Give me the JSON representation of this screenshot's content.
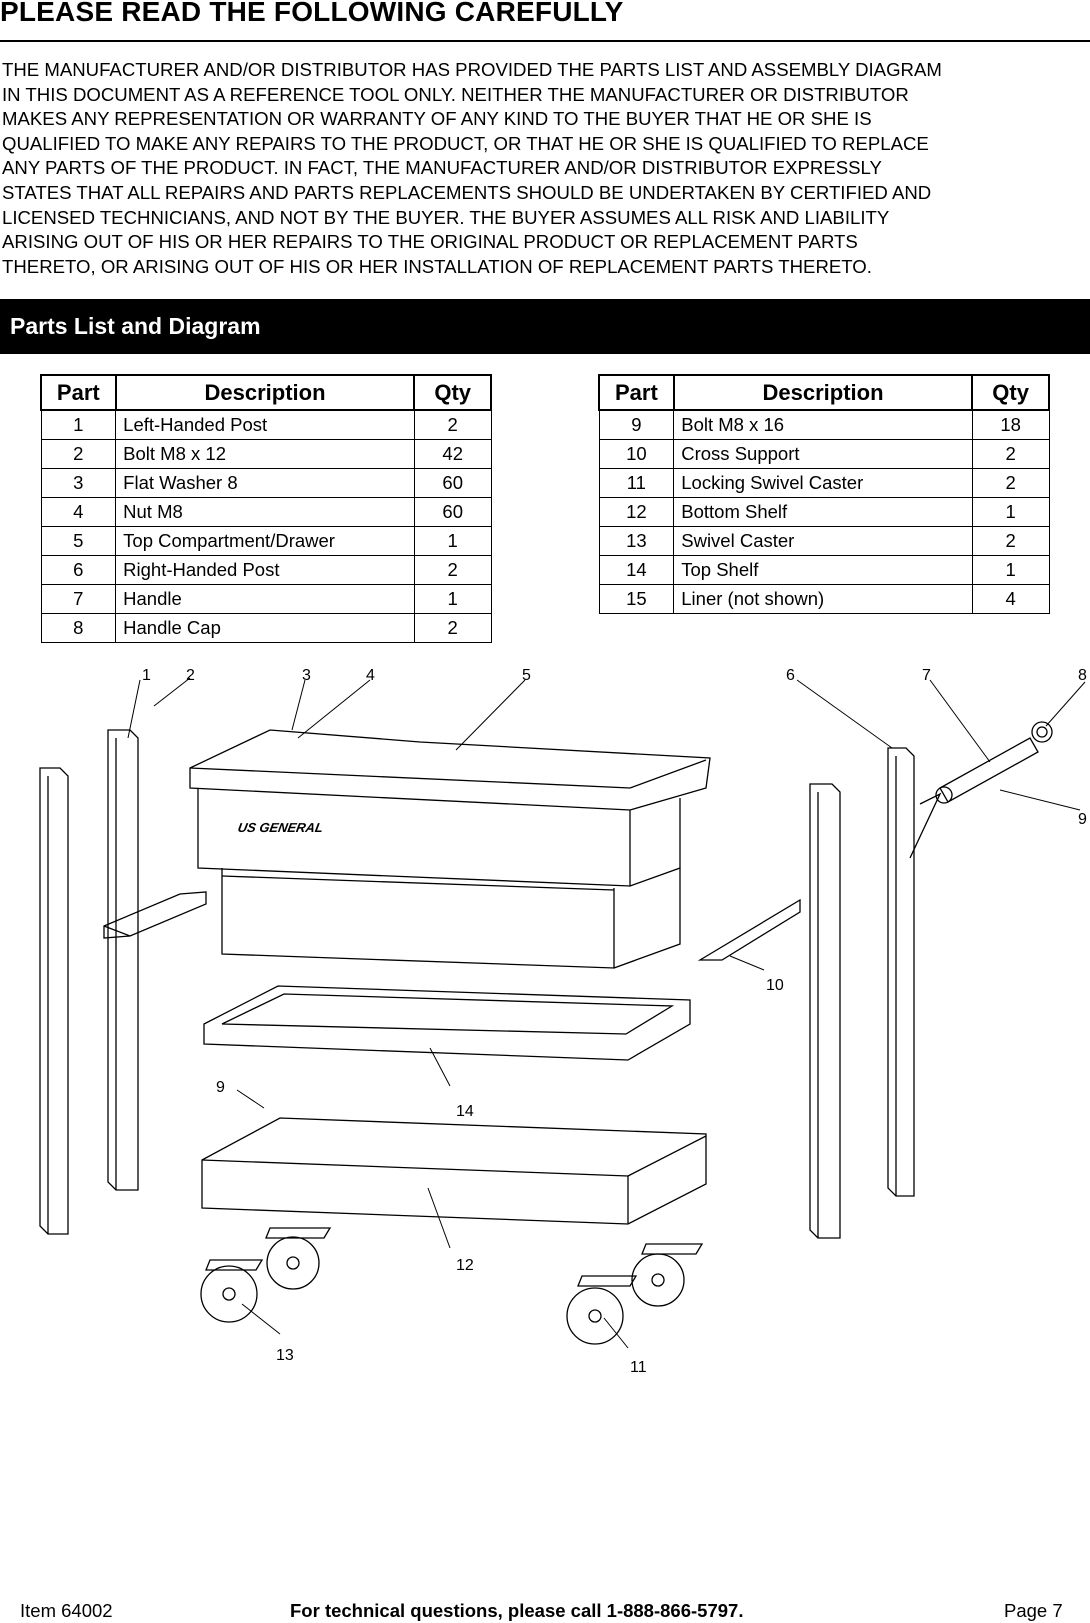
{
  "heading": "PLEASE READ THE FOLLOWING CAREFULLY",
  "notice_lines": [
    "THE MANUFACTURER AND/OR DISTRIBUTOR HAS PROVIDED THE PARTS LIST AND ASSEMBLY DIAGRAM",
    "IN THIS DOCUMENT AS A REFERENCE TOOL ONLY.  NEITHER THE MANUFACTURER OR DISTRIBUTOR",
    "MAKES ANY REPRESENTATION OR WARRANTY OF ANY KIND TO THE BUYER THAT HE OR SHE IS",
    "QUALIFIED TO MAKE ANY REPAIRS TO THE PRODUCT, OR THAT HE OR SHE IS QUALIFIED TO REPLACE",
    "ANY PARTS OF THE PRODUCT.  IN FACT, THE MANUFACTURER AND/OR DISTRIBUTOR EXPRESSLY",
    "STATES THAT ALL REPAIRS AND PARTS REPLACEMENTS SHOULD BE UNDERTAKEN BY CERTIFIED AND",
    "LICENSED TECHNICIANS, AND NOT BY THE BUYER.  THE BUYER ASSUMES ALL RISK AND LIABILITY",
    "ARISING OUT OF HIS OR HER REPAIRS TO THE ORIGINAL PRODUCT OR REPLACEMENT PARTS",
    "THERETO, OR ARISING OUT OF HIS OR HER INSTALLATION OF REPLACEMENT PARTS THERETO."
  ],
  "section_title": "Parts List and Diagram",
  "table": {
    "headers": [
      "Part",
      "Description",
      "Qty"
    ],
    "left_rows": [
      [
        "1",
        "Left-Handed Post",
        "2"
      ],
      [
        "2",
        "Bolt M8 x 12",
        "42"
      ],
      [
        "3",
        "Flat Washer 8",
        "60"
      ],
      [
        "4",
        "Nut M8",
        "60"
      ],
      [
        "5",
        "Top Compartment/Drawer",
        "1"
      ],
      [
        "6",
        "Right-Handed Post",
        "2"
      ],
      [
        "7",
        "Handle",
        "1"
      ],
      [
        "8",
        "Handle Cap",
        "2"
      ]
    ],
    "right_rows": [
      [
        "9",
        "Bolt M8 x 16",
        "18"
      ],
      [
        "10",
        "Cross Support",
        "2"
      ],
      [
        "11",
        "Locking Swivel Caster",
        "2"
      ],
      [
        "12",
        "Bottom Shelf",
        "1"
      ],
      [
        "13",
        "Swivel Caster",
        "2"
      ],
      [
        "14",
        "Top Shelf",
        "1"
      ],
      [
        "15",
        "Liner (not shown)",
        "4"
      ]
    ]
  },
  "diagram": {
    "brand_label": "US GENERAL",
    "callouts": [
      "1",
      "2",
      "3",
      "4",
      "5",
      "6",
      "7",
      "8",
      "9",
      "10",
      "9",
      "14",
      "12",
      "13",
      "11"
    ]
  },
  "footer": {
    "item": "Item 64002",
    "help": "For technical questions, please call 1-888-866-5797.",
    "page": "Page 7"
  }
}
